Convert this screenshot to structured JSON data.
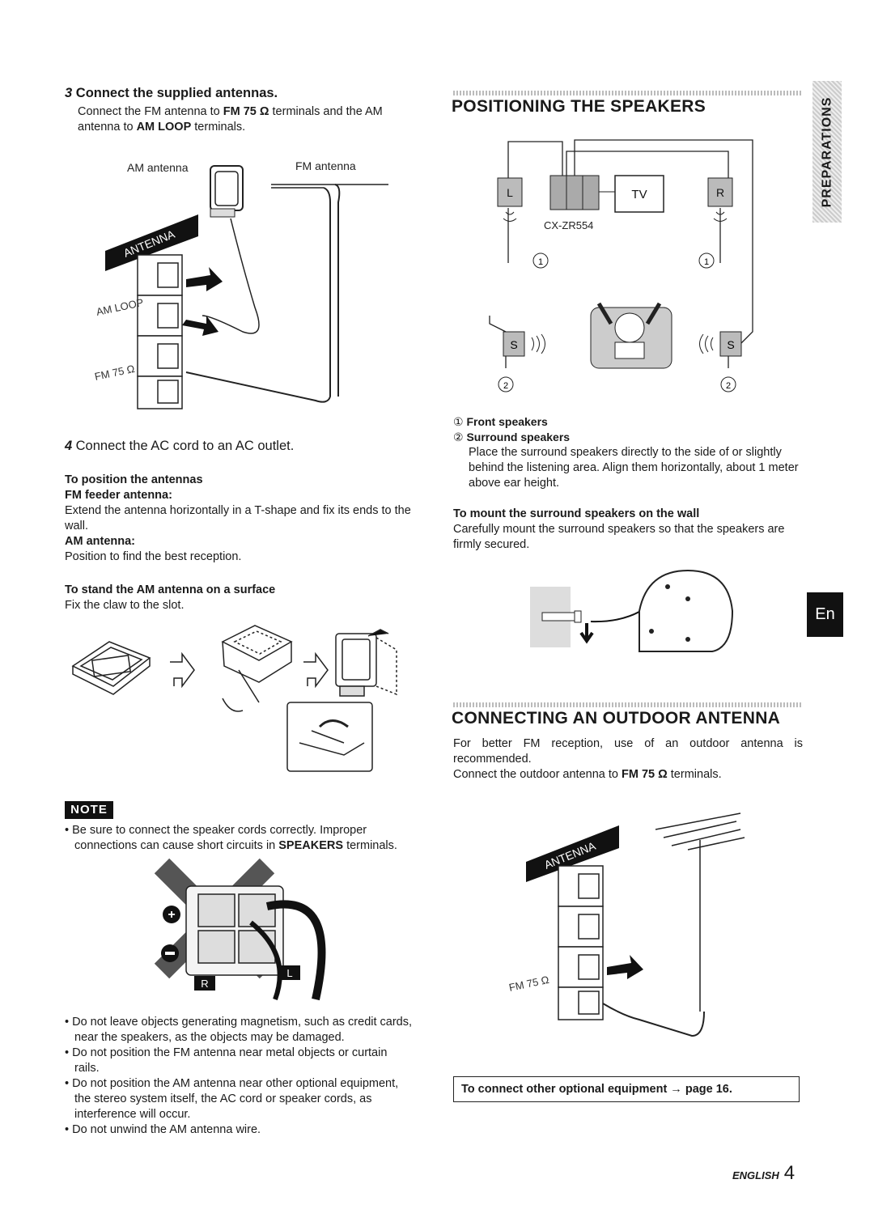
{
  "left": {
    "step3": {
      "number": "3",
      "title": "Connect the supplied antennas.",
      "text_a": "Connect the FM antenna to ",
      "text_b": "FM 75 Ω",
      "text_c": " terminals and the AM antenna to ",
      "text_d": "AM LOOP",
      "text_e": " terminals."
    },
    "fig_antenna": {
      "am_label": "AM antenna",
      "fm_label": "FM antenna",
      "banner": "ANTENNA",
      "am_loop": "AM LOOP",
      "fm_75": "FM 75 Ω"
    },
    "step4": {
      "number": "4",
      "title": "Connect the AC cord to an AC outlet."
    },
    "position": {
      "heading": "To position the antennas",
      "fm_heading": "FM feeder antenna:",
      "fm_text": "Extend the antenna horizontally in a T-shape and fix its ends to the wall.",
      "am_heading": "AM antenna:",
      "am_text": "Position to find the best reception."
    },
    "stand": {
      "heading": "To stand the AM antenna on a surface",
      "text": "Fix the claw to the slot."
    },
    "note": {
      "badge": "NOTE",
      "bullet1_a": "Be sure to connect the speaker cords correctly. Improper connections can cause short circuits in ",
      "bullet1_b": "SPEAKERS",
      "bullet1_c": " terminals.",
      "bullet2": "Do not leave objects generating magnetism, such as credit cards, near the speakers, as the objects may be damaged.",
      "bullet3": "Do not position the FM antenna near metal objects or curtain rails.",
      "bullet4": "Do not position the AM antenna near other optional equipment, the stereo system itself, the AC cord or speaker cords, as interference will occur.",
      "bullet5": "Do not unwind the AM antenna wire.",
      "fig_r": "R",
      "fig_l": "L"
    }
  },
  "right": {
    "side_tab": "PREPARATIONS",
    "lang_tab": "En",
    "speakers": {
      "title": "POSITIONING THE SPEAKERS",
      "diagram": {
        "l": "L",
        "r": "R",
        "tv": "TV",
        "model": "CX-ZR554",
        "s": "S",
        "n1": "1",
        "n2": "2"
      },
      "front": "Front speakers",
      "surround": "Surround speakers",
      "front_num": "①",
      "surround_num": "②",
      "text": "Place the surround speakers directly to the side of or slightly behind the listening area. Align them horizontally, about 1 meter above ear height.",
      "wall_heading": "To mount the surround speakers on the wall",
      "wall_text": "Carefully mount the surround speakers so that the speakers are firmly secured."
    },
    "outdoor": {
      "title": "CONNECTING AN OUTDOOR ANTENNA",
      "text1": "For better FM reception, use of an outdoor antenna is recommended.",
      "text2_a": "Connect the outdoor antenna to ",
      "text2_b": "FM 75 Ω",
      "text2_c": " terminals.",
      "banner": "ANTENNA",
      "fm_75": "FM 75 Ω"
    },
    "box": {
      "text": "To connect other optional equipment → page 16."
    },
    "footer": {
      "lang": "ENGLISH",
      "page": "4"
    }
  }
}
